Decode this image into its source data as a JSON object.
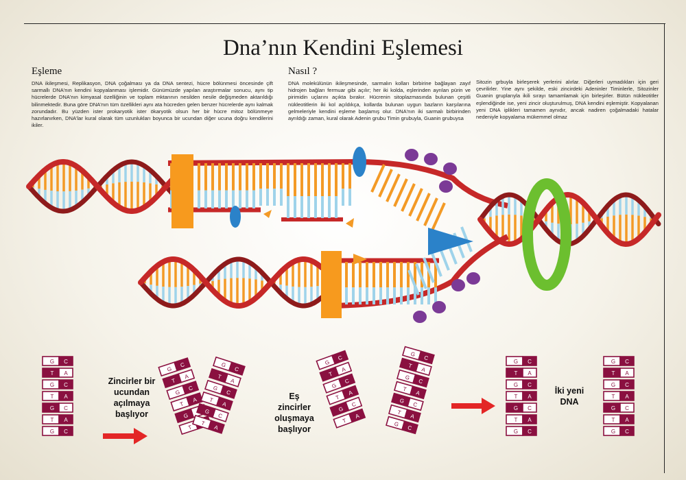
{
  "title": "Dna’nın Kendini Eşlemesi",
  "sections": [
    {
      "heading": "Eşleme",
      "text": "DNA ikileşmesi, Replikasyon, DNA çoğalması ya da DNA sentezi, hücre bölünmesi öncesinde çift sarmallı DNA'nın kendini kopyalanması işlemidir. Günümüzde yapılan araştırmalar sonucu, aynı tip hücrelerde DNA'nın kimyasal özelliğinin ve toplam mktarının nesilden nesile değişmeden aktarıldığı bilinmektedir. Buna göre DNA'nın tüm özellikleri aynı ata hücreden gelen benzer hücrelerde aynı kalmak zorundadır. Bu yüzden ister prokaryotik ister ökaryotik olsun her bir hücre mitoz bölünmeye hazırlanırken, DNA'lar kural olarak tüm uzunlukları boyunca bir ucundan diğer ucuna doğru kendilerini ikiler."
    },
    {
      "heading": "Nasıl ?",
      "text": "DNA molekülünün ikileşmesinde, sarmalın kolları birbirine bağlayan zayıf hidrojen bağları fermuar gibi açılır; her iki kolda, eşlerinden ayrılan pürin ve pirimidin uçlarını açıkta bırakır. Hücrenin sitoplazmasında bulunan çeşitli nükleotitlerin iki kol açıldıkça, kollarda bulunan uygun bazların karşılarına gelmeleriyle kendini eşleme başlamış olur. DNA'nın iki sarmalı birbirinden ayrıldığı zaman, kural olarak Adenin grubu Timin grubuyla, Guanin grubuysa"
    },
    {
      "heading": "",
      "text": "Sitozin grbuyla birleşerek yerlerini alırlar. Diğerleri uymadıkları için geri çevrilirler. Yine aynı şekilde, eski zincirdeki Adeninler Timinlerle, Sitozinler Guanin gruplarıyla ikili sırayı tamamlamak için birleşirler. Bütün nükleotitler eşlendiğinde ise, yeni zincir oluşturulmuş, DNA kendini eşlemiştir. Kopyalanan yeni DNA iplikleri tamamen aynıdır, ancak nadiren çoğalmadaki hatalar nedeniyle kopyalama mükemmel olmaz"
    }
  ],
  "steps": [
    {
      "label": "Zincirler bir ucundan açılmaya başlıyor"
    },
    {
      "label": "Eş zincirler oluşmaya başlıyor"
    },
    {
      "label": "İki yeni DNA"
    }
  ],
  "base_letters": [
    "G",
    "C",
    "T",
    "A"
  ],
  "colors": {
    "backbone": "#c62828",
    "base_orange": "#f39a26",
    "base_blue": "#9fd3ea",
    "helicase_green": "#6cbf2f",
    "clamp_orange": "#f79a1e",
    "polymerase_blue": "#2b82c9",
    "primase_purple": "#7b3a96",
    "ladder_maroon": "#8a1040",
    "arrow_red": "#e32626"
  }
}
